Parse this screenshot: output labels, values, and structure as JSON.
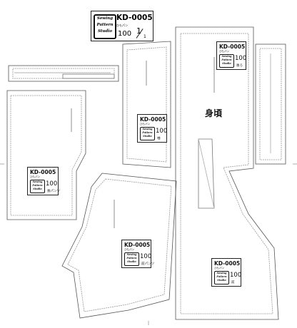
{
  "main_label": {
    "logo_text": [
      "Sewing",
      "Pattern",
      "Studio"
    ],
    "code": "KD-0005",
    "sub": "ひもパン",
    "size": "100",
    "page_num": "1",
    "page_den": "1"
  },
  "pieces": {
    "body": {
      "title": "身頃"
    },
    "sleeve_label": {
      "code": "KD-0005",
      "sub": "ひもパン",
      "size": "100",
      "piece": "袖",
      "logo": [
        "Sewing",
        "Pattern",
        "Studio"
      ]
    },
    "back_label": {
      "code": "KD-0005",
      "sub": "ひもパン",
      "size": "100",
      "piece": "後ろ",
      "logo": [
        "Sewing",
        "Pattern",
        "Studio"
      ]
    },
    "left_pants_label": {
      "code": "KD-0005",
      "sub": "ひもパン",
      "size": "100",
      "piece": "後パンツ",
      "logo": [
        "Sewing",
        "Pattern",
        "Studio"
      ]
    },
    "center_pants_label": {
      "code": "KD-0005",
      "sub": "ひもパン",
      "size": "100",
      "piece": "前パンツ",
      "logo": [
        "Sewing",
        "Pattern",
        "Studio"
      ]
    },
    "front_label": {
      "code": "KD-0005",
      "sub": "ひもパン",
      "size": "100",
      "piece": "前",
      "logo": [
        "Sewing",
        "Pattern",
        "Studio"
      ]
    }
  },
  "colors": {
    "line": "#222222",
    "paper": "#ffffff"
  }
}
